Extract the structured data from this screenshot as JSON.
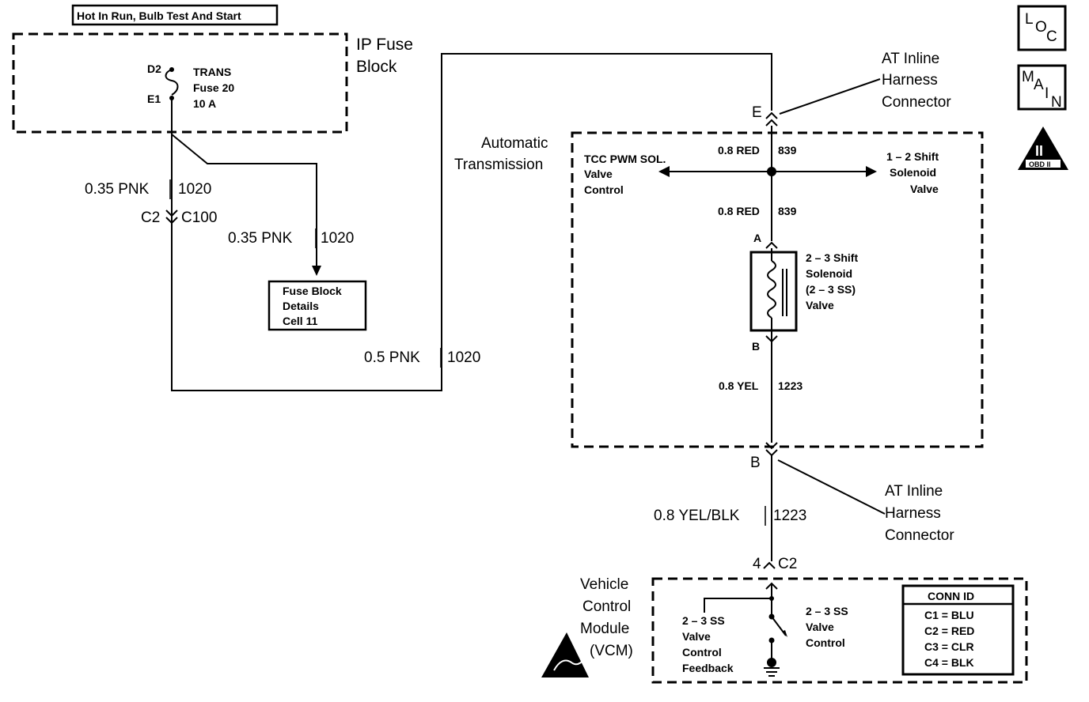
{
  "header": {
    "power_label": "Hot In Run, Bulb Test And Start"
  },
  "nav_icons": {
    "loc": [
      "L",
      "O",
      "C"
    ],
    "main": [
      "M",
      "A",
      "I",
      "N"
    ],
    "obd": {
      "numeral": "II",
      "label": "OBD II"
    }
  },
  "ip_fuse_block": {
    "title_line1": "IP Fuse",
    "title_line2": "Block",
    "pin_top": "D2",
    "pin_bottom": "E1",
    "fuse_line1": "TRANS",
    "fuse_line2": "Fuse 20",
    "fuse_line3": "10 A"
  },
  "wires": {
    "w1_gauge": "0.35 PNK",
    "w1_circuit": "1020",
    "w2_gauge": "0.35 PNK",
    "w2_circuit": "1020",
    "w3_gauge": "0.5 PNK",
    "w3_circuit": "1020",
    "red_top_gauge": "0.8 RED",
    "red_top_circuit": "839",
    "red_mid_gauge": "0.8 RED",
    "red_mid_circuit": "839",
    "yel_gauge": "0.8 YEL",
    "yel_circuit": "1223",
    "yelblk_gauge": "0.8 YEL/BLK",
    "yelblk_circuit": "1223"
  },
  "connectors": {
    "c2": "C2",
    "c100": "C100",
    "e": "E",
    "b_lower": "B",
    "vcm_pin": "4",
    "vcm_conn": "C2",
    "inline_top": [
      "AT Inline",
      "Harness",
      "Connector"
    ],
    "inline_bottom": [
      "AT Inline",
      "Harness",
      "Connector"
    ]
  },
  "fuse_block_details": {
    "line1": "Fuse Block",
    "line2": "Details",
    "line3": "Cell 11"
  },
  "transmission": {
    "title_line1": "Automatic",
    "title_line2": "Transmission",
    "tcc_line1": "TCC PWM SOL.",
    "tcc_line2": "Valve",
    "tcc_line3": "Control",
    "shift12_line1": "1 – 2 Shift",
    "shift12_line2": "Solenoid",
    "shift12_line3": "Valve",
    "pin_a": "A",
    "pin_b": "B",
    "ss23_line1": "2 – 3 Shift",
    "ss23_line2": "Solenoid",
    "ss23_line3": "(2 – 3 SS)",
    "ss23_line4": "Valve"
  },
  "vcm": {
    "title_line1": "Vehicle",
    "title_line2": "Control",
    "title_line3": "Module",
    "title_line4": "(VCM)",
    "feedback_line1": "2 – 3 SS",
    "feedback_line2": "Valve",
    "feedback_line3": "Control",
    "feedback_line4": "Feedback",
    "control_line1": "2 – 3 SS",
    "control_line2": "Valve",
    "control_line3": "Control"
  },
  "conn_id": {
    "header": "CONN ID",
    "rows": [
      "C1 = BLU",
      "C2 = RED",
      "C3 = CLR",
      "C4 = BLK"
    ]
  }
}
